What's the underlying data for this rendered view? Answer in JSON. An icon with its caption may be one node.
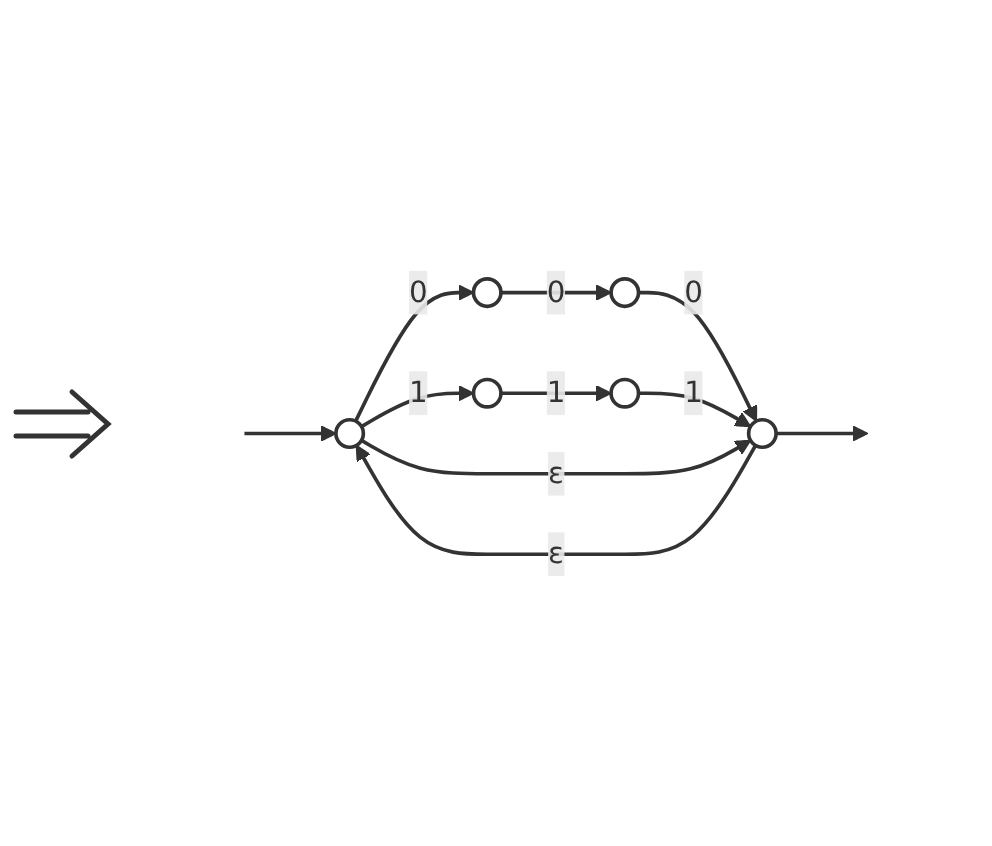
{
  "diagram": {
    "nodes": [
      {
        "text": [],
        "shape": "circle"
      },
      {
        "text": [],
        "shape": "circle"
      },
      {
        "text": [],
        "shape": "circle"
      },
      {
        "text": [],
        "shape": "circle"
      },
      {
        "text": [],
        "shape": "circle"
      },
      {
        "text": [],
        "shape": "circle"
      }
    ],
    "edges": [
      {
        "from": null,
        "to": 0,
        "arrow": "to"
      },
      {
        "from": 0,
        "to": 1,
        "label": "0",
        "arrow": "to"
      },
      {
        "from": 1,
        "to": 2,
        "label": "0",
        "arrow": "to"
      },
      {
        "from": 2,
        "to": 5,
        "label": "0",
        "arrow": "to"
      },
      {
        "from": 0,
        "to": 3,
        "label": "1",
        "arrow": "to"
      },
      {
        "from": 3,
        "to": 4,
        "label": "1",
        "arrow": "to"
      },
      {
        "from": 4,
        "to": 5,
        "label": "1",
        "arrow": "to"
      },
      {
        "from": 5,
        "to": 0,
        "label": "ε",
        "arrow": "to"
      },
      {
        "from": 0,
        "to": 5,
        "label": "ε",
        "arrow": "to"
      },
      {
        "from": 5,
        "to": null,
        "arrow": "to"
      }
    ]
  }
}
